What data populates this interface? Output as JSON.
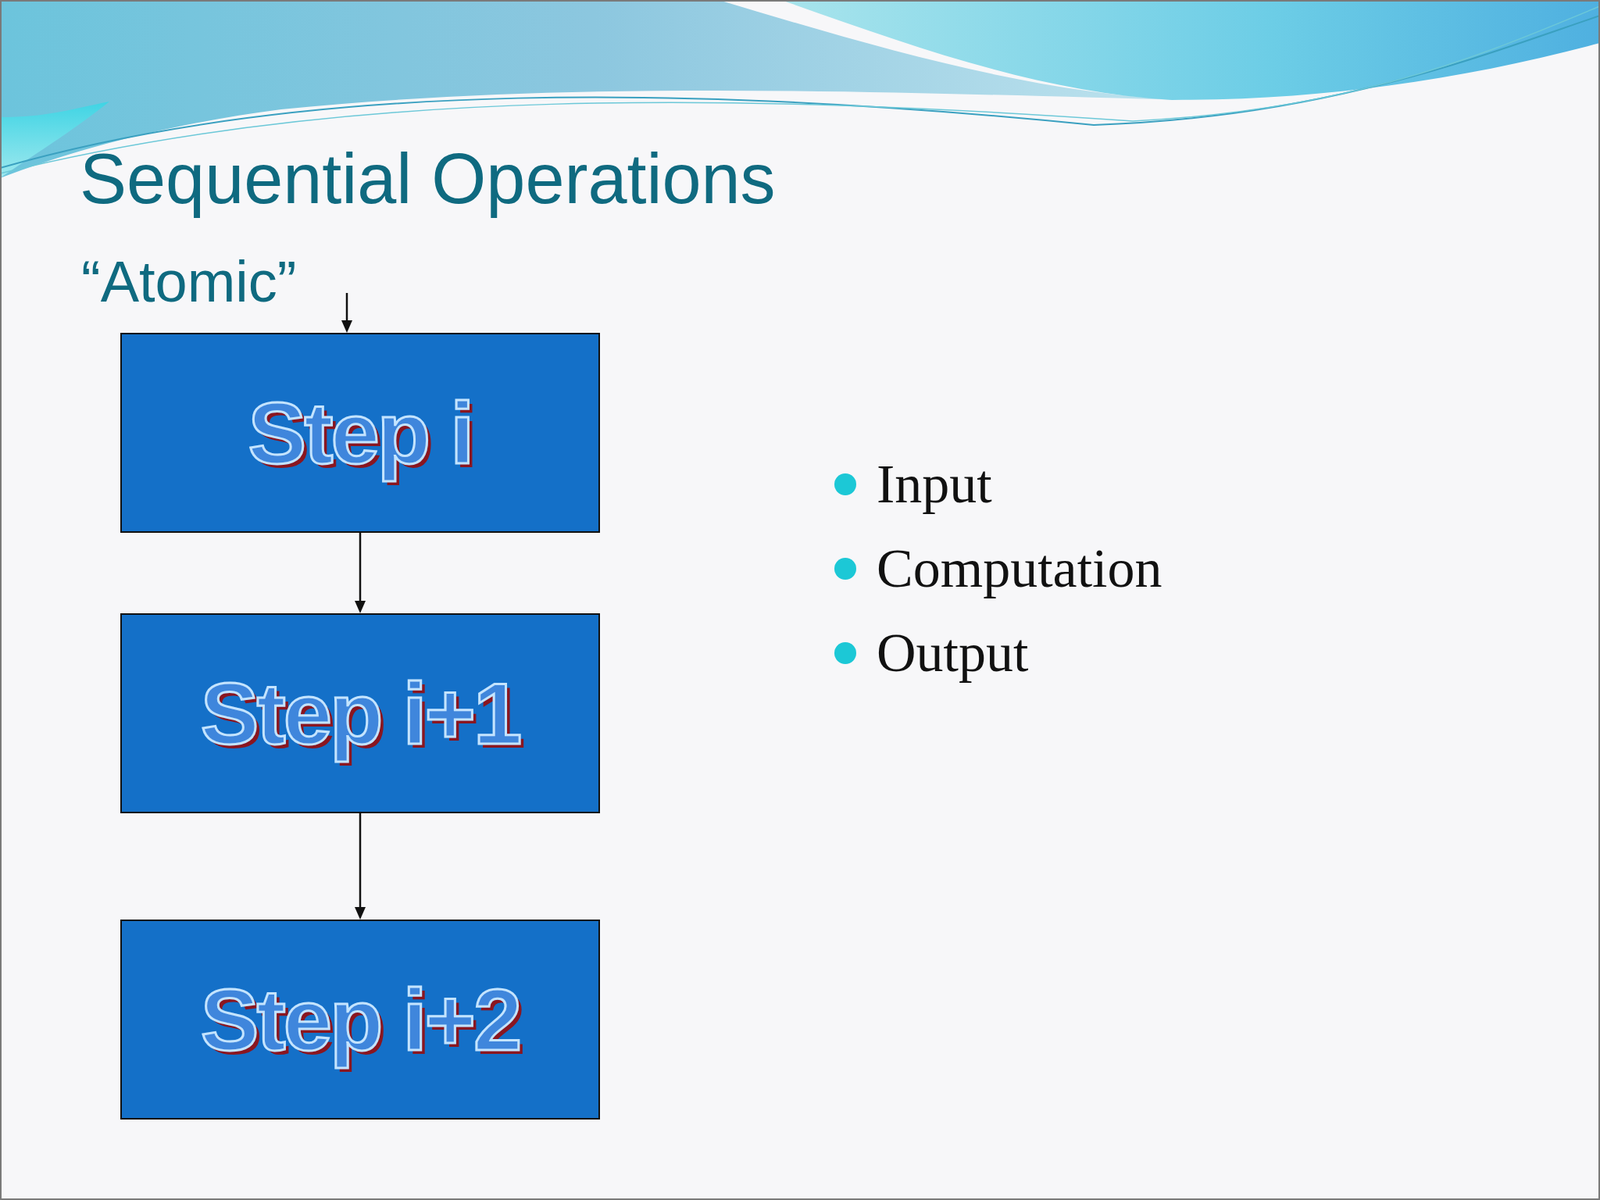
{
  "diagram": {
    "title": "Sequential Operations",
    "nodes": [
      {
        "text": [
          "Step i"
        ]
      },
      {
        "text": [
          "Step i+1"
        ]
      },
      {
        "text": [
          "Step i+2"
        ]
      }
    ],
    "edges": [
      {
        "from": 0,
        "to": 1,
        "arrow": "to"
      },
      {
        "from": 1,
        "to": 2,
        "arrow": "to"
      }
    ],
    "labels": [
      "“Atomic”",
      "Input",
      "Computation",
      "Output"
    ]
  }
}
